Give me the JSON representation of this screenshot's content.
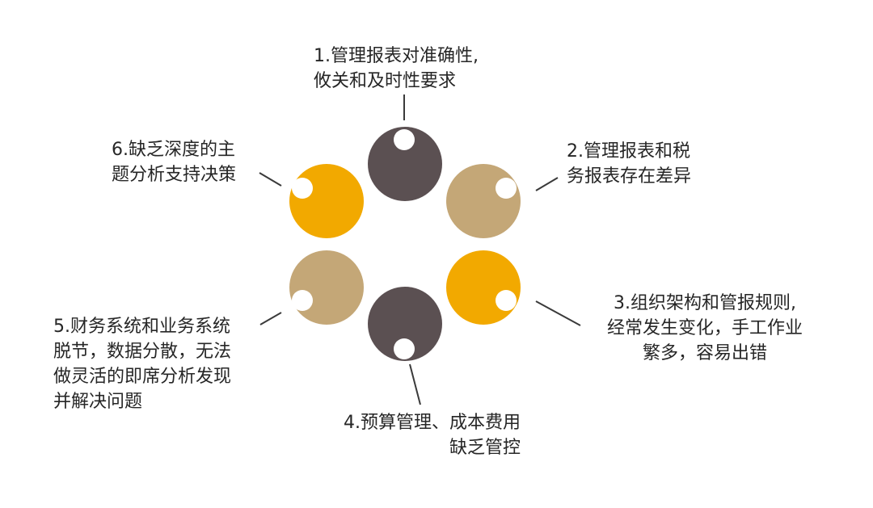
{
  "diagram": {
    "title": "",
    "colors": {
      "dark": "#5b5052",
      "tan": "#c4a777",
      "amber": "#f2a900",
      "dot": "#ffffff",
      "line": "#3a3a3a",
      "text": "#262626"
    },
    "items": [
      {
        "number": "1",
        "lines": [
          "1.管理报表对准确性,",
          "攸关和及时性要求"
        ],
        "color": "#5b5052"
      },
      {
        "number": "2",
        "lines": [
          "2.管理报表和税",
          "务报表存在差异"
        ],
        "color": "#c4a777"
      },
      {
        "number": "3",
        "lines": [
          "3.组织架构和管报规则,",
          "经常发生变化，手工作业",
          "繁多，容易出错"
        ],
        "color": "#f2a900"
      },
      {
        "number": "4",
        "lines": [
          "4.预算管理、成本费用",
          "缺乏管控"
        ],
        "color": "#5b5052"
      },
      {
        "number": "5",
        "lines": [
          "5.财务系统和业务系统",
          "脱节，数据分散，无法",
          "做灵活的即席分析发现",
          "并解决问题"
        ],
        "color": "#c4a777"
      },
      {
        "number": "6",
        "lines": [
          "6.缺乏深度的主",
          "题分析支持决策"
        ],
        "color": "#f2a900"
      }
    ]
  }
}
